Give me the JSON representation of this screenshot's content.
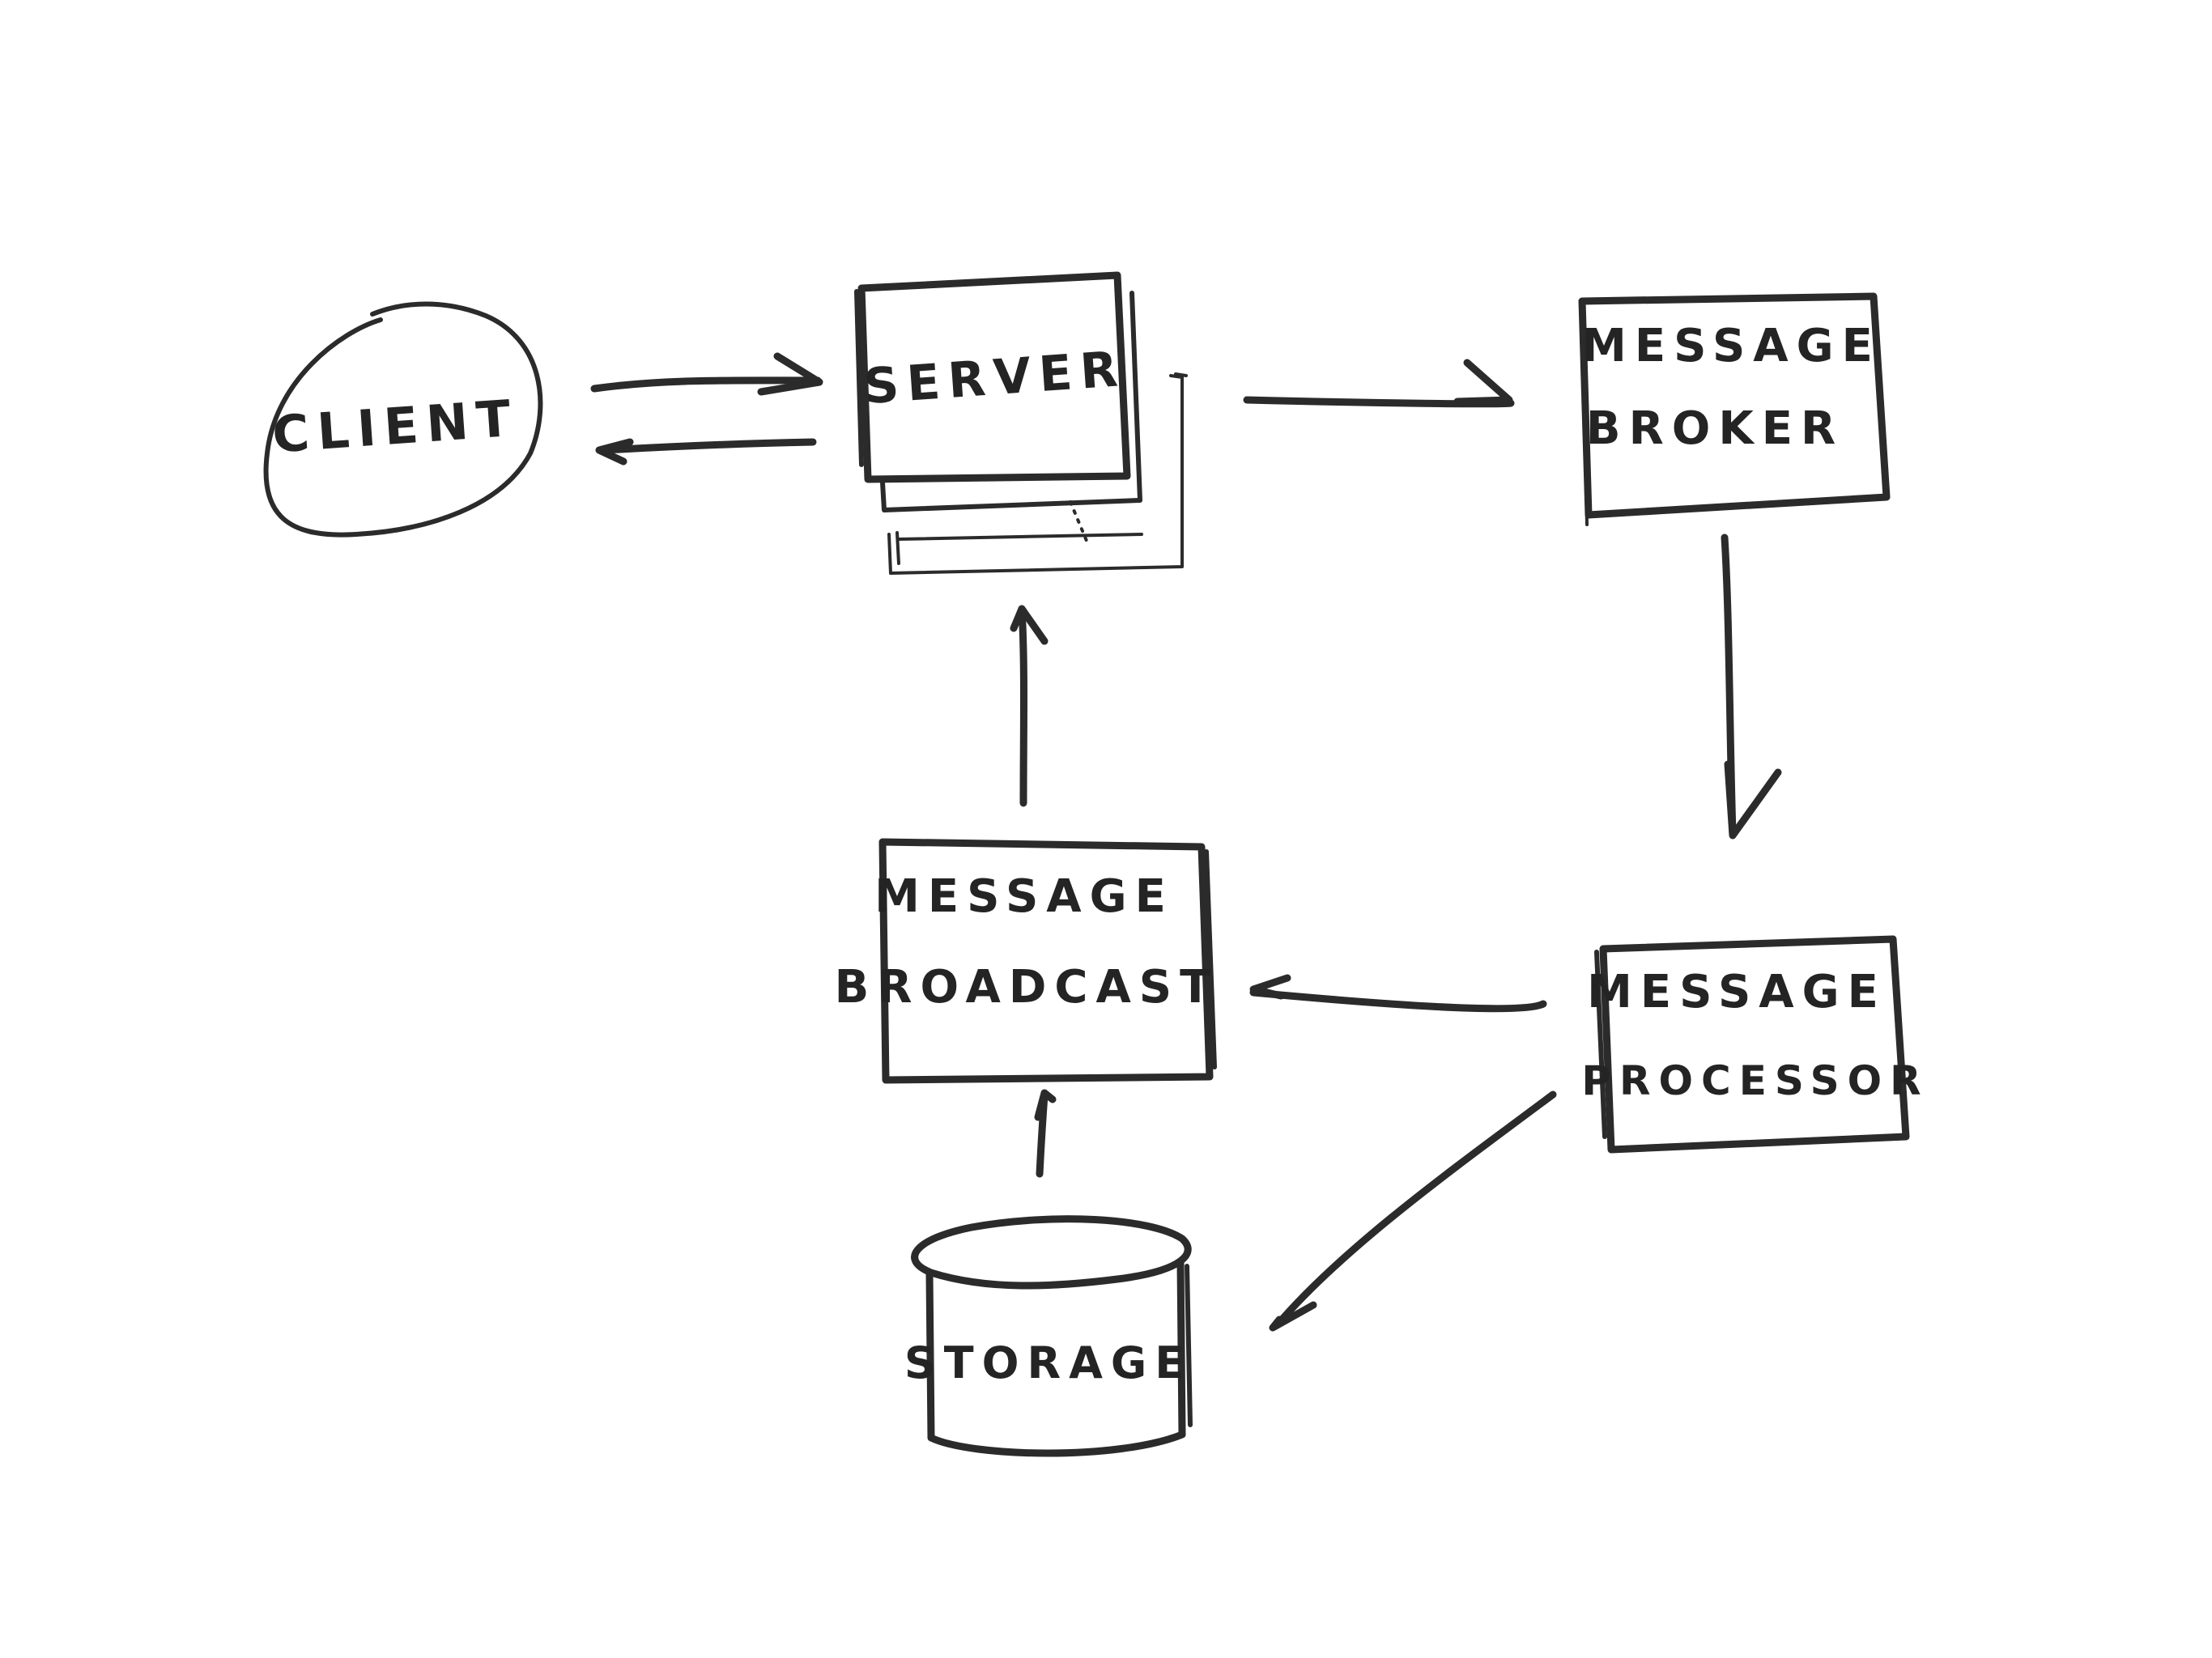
{
  "nodes": {
    "client": {
      "label": "CLIENT"
    },
    "server": {
      "label": "SERVER"
    },
    "broker": {
      "line1": "MESSAGE",
      "line2": "BROKER"
    },
    "broadcast": {
      "line1": "MESSAGE",
      "line2": "BROADCAST"
    },
    "processor": {
      "line1": "MESSAGE",
      "line2": "PROCESSOR"
    },
    "storage": {
      "label": "STORAGE"
    }
  },
  "edges": [
    {
      "from": "client",
      "to": "server"
    },
    {
      "from": "server",
      "to": "client"
    },
    {
      "from": "server",
      "to": "message broker"
    },
    {
      "from": "message broker",
      "to": "message processor"
    },
    {
      "from": "message processor",
      "to": "message broadcast"
    },
    {
      "from": "message processor",
      "to": "storage"
    },
    {
      "from": "storage",
      "to": "message broadcast"
    },
    {
      "from": "message broadcast",
      "to": "server"
    }
  ],
  "colors": {
    "ink": "#2b2b2b",
    "background": "#ffffff"
  }
}
